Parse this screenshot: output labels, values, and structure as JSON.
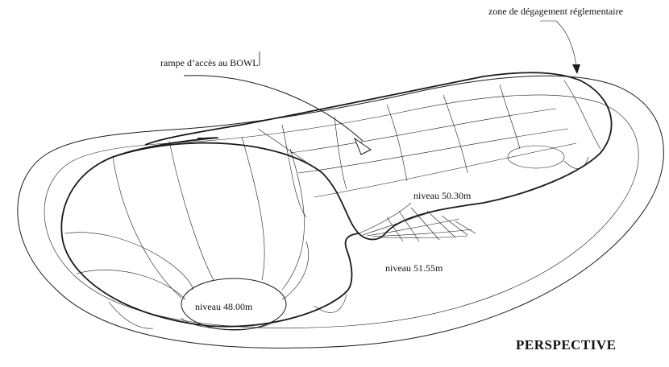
{
  "labels": {
    "zone": "zone de dégagement réglementaire",
    "ramp": "rampe d’accès au BOWL",
    "level_50": "niveau 50.30m",
    "level_51": "niveau 51.55m",
    "level_48": "niveau 48.00m",
    "title": "PERSPECTIVE"
  },
  "colors": {
    "ink": "#1a1a1a",
    "paper": "#ffffff"
  }
}
